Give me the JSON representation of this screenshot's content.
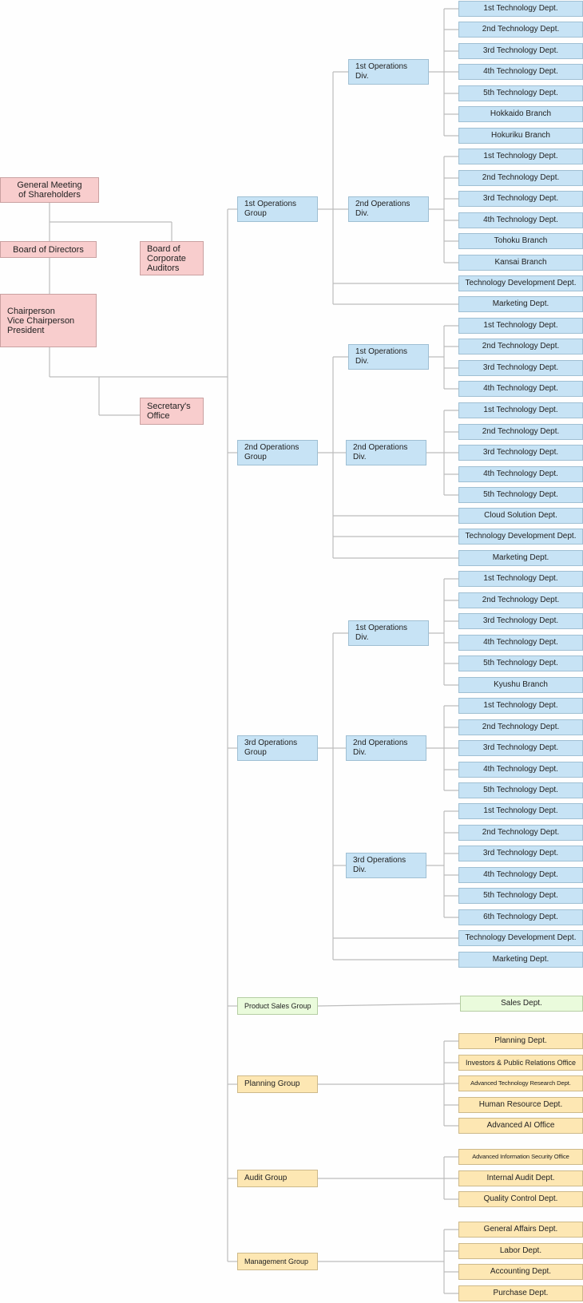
{
  "colors": {
    "executive": "#f8cdcd",
    "operations": "#c7e3f5",
    "sales": "#eafbdc",
    "corporate": "#fde7b3",
    "line": "#bdbdbd"
  },
  "executive": {
    "shareholders": "General Meeting\nof Shareholders",
    "directors": "Board of Directors",
    "auditors": "Board of\nCorporate\nAuditors",
    "chair": "Chairperson\nVice Chairperson\nPresident",
    "secretary": "Secretary's\nOffice"
  },
  "groups": {
    "g1": "1st Operations\nGroup",
    "g2": "2nd Operations\nGroup",
    "g3": "3rd Operations\nGroup",
    "sales": "Product Sales Group",
    "planning": "Planning Group",
    "audit": "Audit Group",
    "management": "Management Group"
  },
  "divisions": {
    "g1d1": "1st Operations\nDiv.",
    "g1d2": "2nd Operations\nDiv.",
    "g2d1": "1st Operations\nDiv.",
    "g2d2": "2nd Operations\nDiv.",
    "g3d1": "1st Operations\nDiv.",
    "g3d2": "2nd Operations\nDiv.",
    "g3d3": "3rd Operations\nDiv."
  },
  "departments": {
    "g1d1": [
      "1st Technology Dept.",
      "2nd Technology Dept.",
      "3rd Technology Dept.",
      "4th Technology Dept.",
      "5th Technology Dept.",
      "Hokkaido Branch",
      "Hokuriku Branch"
    ],
    "g1d2": [
      "1st Technology Dept.",
      "2nd Technology Dept.",
      "3rd Technology Dept.",
      "4th Technology Dept.",
      "Tohoku Branch",
      "Kansai Branch"
    ],
    "g1": [
      "Technology Development Dept.",
      "Marketing Dept."
    ],
    "g2d1": [
      "1st Technology Dept.",
      "2nd Technology Dept.",
      "3rd Technology Dept.",
      "4th Technology Dept."
    ],
    "g2d2": [
      "1st Technology Dept.",
      "2nd Technology Dept.",
      "3rd Technology Dept.",
      "4th Technology Dept.",
      "5th Technology Dept."
    ],
    "g2": [
      "Cloud Solution Dept.",
      "Technology Development Dept.",
      "Marketing Dept."
    ],
    "g3d1": [
      "1st Technology Dept.",
      "2nd Technology Dept.",
      "3rd Technology Dept.",
      "4th Technology Dept.",
      "5th Technology Dept.",
      "Kyushu Branch"
    ],
    "g3d2": [
      "1st Technology Dept.",
      "2nd Technology Dept.",
      "3rd Technology Dept.",
      "4th Technology Dept.",
      "5th Technology Dept."
    ],
    "g3d3": [
      "1st Technology Dept.",
      "2nd Technology Dept.",
      "3rd Technology Dept.",
      "4th Technology Dept.",
      "5th Technology Dept.",
      "6th Technology Dept."
    ],
    "g3": [
      "Technology Development Dept.",
      "Marketing Dept."
    ],
    "sales": [
      "Sales Dept."
    ],
    "planning": [
      "Planning Dept.",
      "Investors & Public Relations Office",
      "Advanced Technology Research Dept.",
      "Human Resource Dept.",
      "Advanced AI Office"
    ],
    "audit": [
      "Advanced Information Security Office",
      "Internal Audit Dept.",
      "Quality Control Dept."
    ],
    "management": [
      "General Affairs Dept.",
      "Labor Dept.",
      "Accounting Dept.",
      "Purchase Dept."
    ]
  }
}
